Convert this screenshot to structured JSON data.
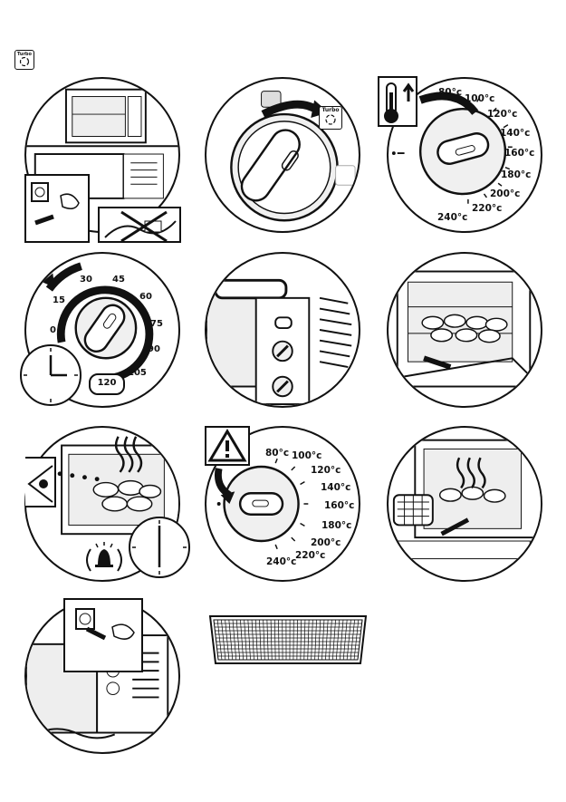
{
  "header": {
    "turbo_icon": "turbo-fan-icon",
    "turbo_label": "Turbo"
  },
  "step2": {
    "turbo_label": "Turbo"
  },
  "temperatures_step3": [
    "80°c",
    "100°c",
    "120°c",
    "140°c",
    "160°c",
    "180°c",
    "200°c",
    "220°c",
    "240°c"
  ],
  "timer_step4": [
    "0",
    "15",
    "30",
    "45",
    "60",
    "75",
    "90",
    "105",
    "120"
  ],
  "temperatures_step8": [
    "80°c",
    "100°c",
    "120°c",
    "140°c",
    "160°c",
    "180°c",
    "200°c",
    "220°c",
    "240°c"
  ],
  "icons": {
    "thermometer": "thermometer-icon",
    "warning": "warning-triangle-icon",
    "bell": "bell-icon",
    "eye": "eye-icon",
    "clock": "clock-icon",
    "plug": "plug-icon",
    "socket": "wall-socket-icon",
    "rack": "wire-rack-icon"
  }
}
